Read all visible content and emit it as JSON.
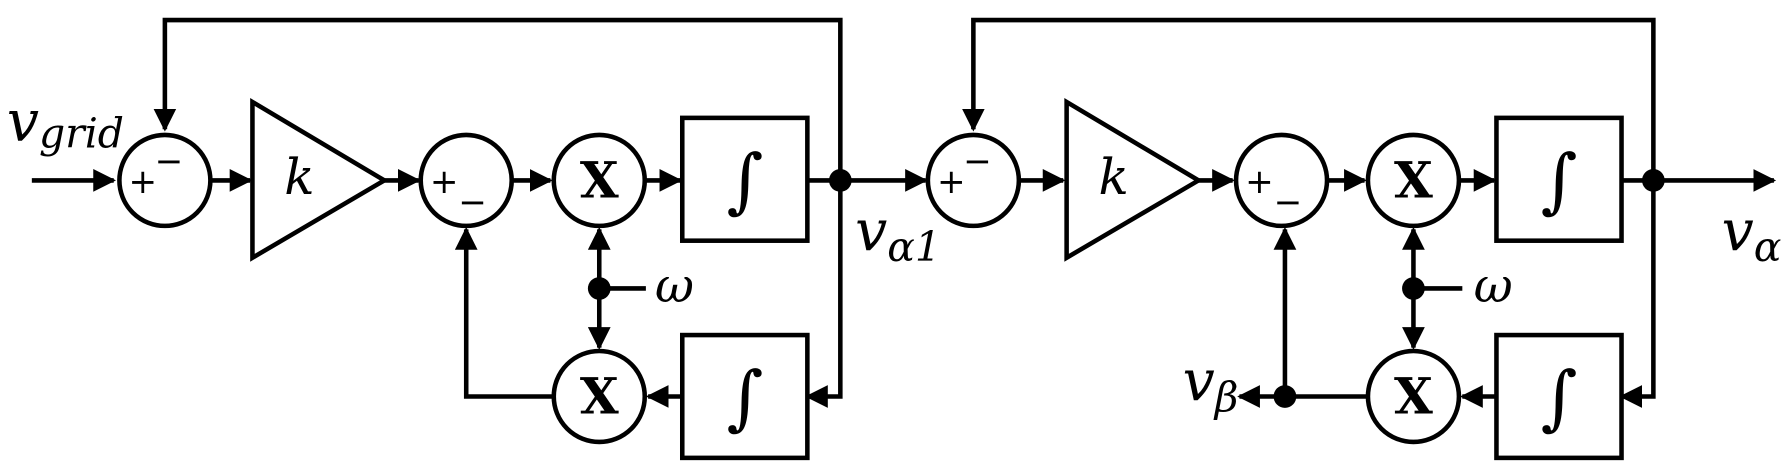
{
  "symbols": {
    "plus": "+",
    "minus": "−",
    "multiply": "X",
    "integral": "∫",
    "gain": "k"
  },
  "labels": {
    "v_letter": "v",
    "grid_sub": "grid",
    "alpha1_sub": "α1",
    "alpha_sub": "α",
    "beta_sub": "β",
    "omega": "ω"
  }
}
